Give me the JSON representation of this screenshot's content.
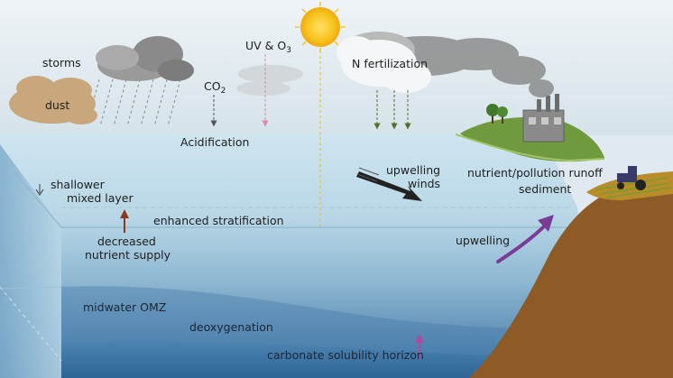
{
  "labels": {
    "storms": "storms",
    "dust": "dust",
    "co2_main": "CO",
    "co2_sub": "2",
    "uv_main": "UV & O",
    "uv_sub": "3",
    "n_fertilization": "N fertilization",
    "acidification": "Acidification",
    "shallower_line1": "shallower",
    "shallower_line2": "mixed layer",
    "upwelling_winds_line1": "upwelling",
    "upwelling_winds_line2": "winds",
    "runoff_line1": "nutrient/pollution runoff",
    "runoff_line2": "sediment",
    "enhanced_stratification": "enhanced stratification",
    "decreased_line1": "decreased",
    "decreased_line2": "nutrient supply",
    "upwelling": "upwelling",
    "midwater_omz": "midwater OMZ",
    "deoxygenation": "deoxygenation",
    "carbonate_horizon": "carbonate solubility horizon"
  },
  "colors": {
    "sky": "#dfe9ef",
    "ocean_surface": "#c7e0ec",
    "ocean_mid": "#9cc3da",
    "ocean_deep": "#3f79a8",
    "land_brown": "#8e5a26",
    "land_green": "#6f9a3e",
    "sun": "#f6c21a",
    "arrow_purple": "#7b3c96",
    "arrow_brown": "#8a3b1d",
    "arrow_black": "#222222",
    "arrow_green_dashed": "#5b6a2a",
    "arrow_pink_dashed": "#d98aa0",
    "sun_ray_dashed": "#f0c030"
  }
}
